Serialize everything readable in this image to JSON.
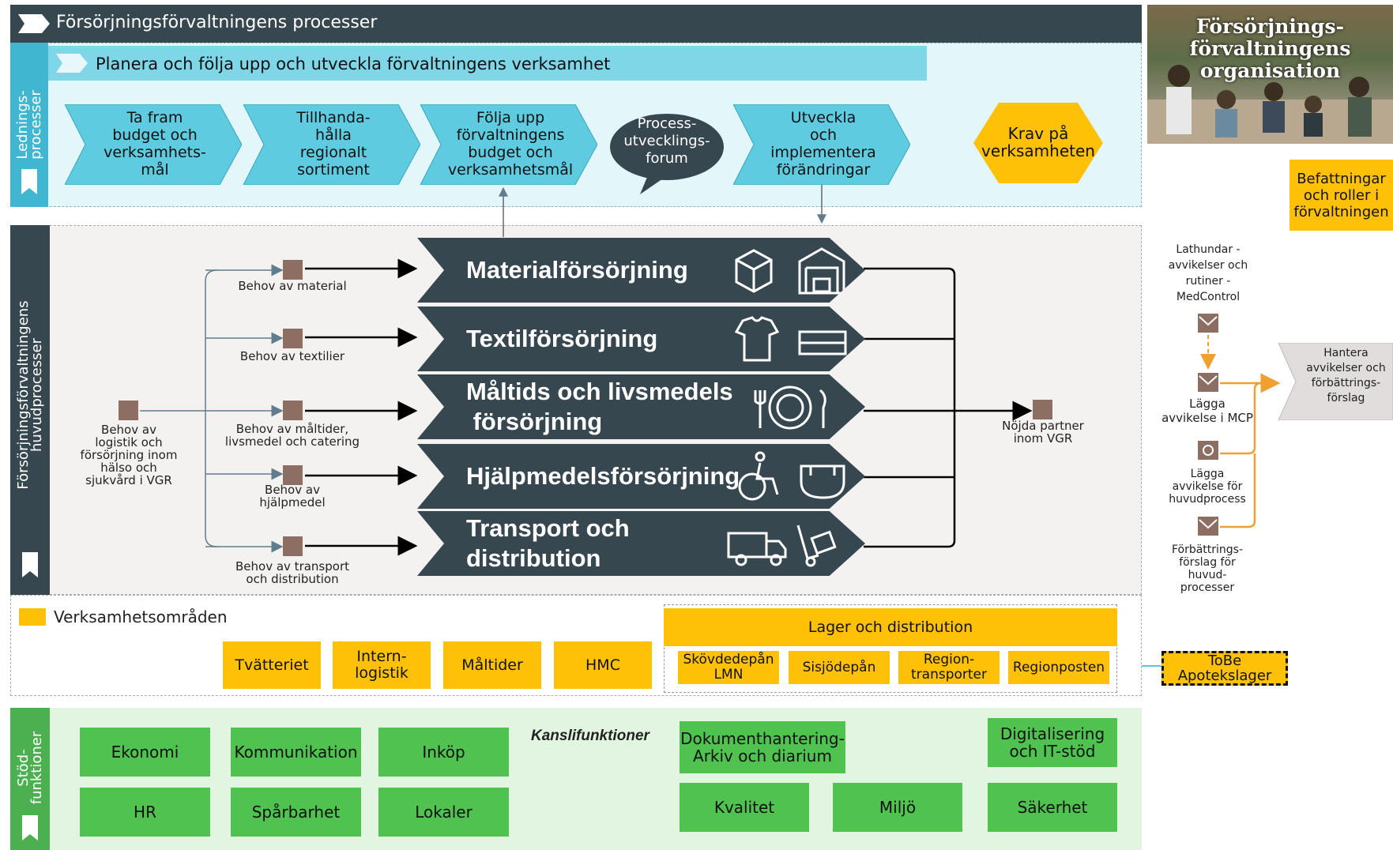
{
  "header": {
    "title": "Försörjningsförvaltningens processer"
  },
  "ledning": {
    "side_label": "Lednings-\nprocesser",
    "title": "Planera och följa upp och utveckla  förvaltningens verksamhet",
    "steps": [
      "Ta fram\nbudget och\nverksamhets-\nmål",
      "Tillhanda-\nhålla\nregionalt\nsortiment",
      "Följa upp\nförvaltningens\nbudget och\nverksamhetsmål",
      "Utveckla\noch\nimplementera\nförändringar"
    ],
    "forum": "Process-\nutvecklings-\nforum",
    "krav": "Krav på\nverksamheten"
  },
  "huvud": {
    "side_label": "Försörjningsförvaltningens\nhuvudprocesser",
    "input": "Behov av\nlogistik och\nförsörjning inom\nhälso och\nsjukvård i VGR",
    "needs": [
      "Behov av material",
      "Behov av textilier",
      "Behov av måltider,\nlivsmedel och catering",
      "Behov av\nhjälpmedel",
      "Behov av transport\noch distribution"
    ],
    "processes": [
      "Materialförsörjning",
      "Textilförsörjning",
      "Måltids och livsmedels\n försörjning",
      "Hjälpmedelsförsörjning",
      "Transport och\ndistribution"
    ],
    "output": "Nöjda partner\ninom VGR"
  },
  "verksamhet": {
    "legend": "Verksamhetsområden",
    "units": [
      "Tvätteriet",
      "Intern-\nlogistik",
      "Måltider",
      "HMC"
    ],
    "lager_title": "Lager och distribution",
    "lager_units": [
      "Skövdedepån\nLMN",
      "Sisjödepån",
      "Region-\ntransporter",
      "Regionposten"
    ],
    "tobe": "ToBe\nApotekslager"
  },
  "stod": {
    "side_label": "Stöd-\nfunktioner",
    "kansli_label": "Kanslifunktioner",
    "items_left": [
      "Ekonomi",
      "Kommunikation",
      "Inköp",
      "HR",
      "Spårbarhet",
      "Lokaler"
    ],
    "items_right": [
      "Dokumenthantering-\nArkiv och diarium",
      "Digitalisering\noch IT-stöd",
      "Kvalitet",
      "Miljö",
      "Säkerhet"
    ]
  },
  "right": {
    "org_title": "Försörjnings-\nförvaltningens\norganisation",
    "befattningar": "Befattningar\noch roller i\nförvaltningen",
    "lathund": "Lathundar -\navvikelser och\nrutiner -\nMedControl",
    "lagga_mcp": "Lägga\navvikelse i MCP",
    "lagga_huvud": "Lägga\navvikelse för\nhuvudprocess",
    "forbattring": "Förbättrings-\nförslag för\nhuvud-\nprocesser",
    "hantera": "Hantera\navvikelser och\nförbättrings-\nförslag"
  },
  "colors": {
    "dark": "#37474f",
    "cyan": "#40b6d0",
    "light_cyan": "#7ed6e6",
    "yellow": "#ffc107",
    "green": "#4fc24f",
    "brown": "#8d6e63",
    "orange": "#f0a030"
  }
}
